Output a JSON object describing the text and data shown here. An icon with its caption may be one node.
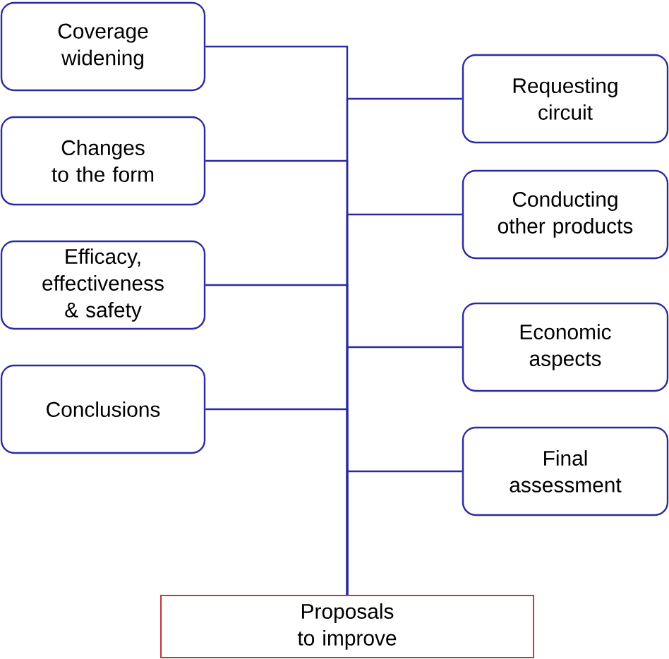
{
  "diagram": {
    "nodes": [
      {
        "text": [
          "Coverage widening"
        ]
      },
      {
        "text": [
          "Changes to the form"
        ]
      },
      {
        "text": [
          "Efficacy, effectiveness & safety"
        ]
      },
      {
        "text": [
          "Conclusions"
        ]
      },
      {
        "text": [
          "Requesting circuit"
        ]
      },
      {
        "text": [
          "Conducting other products"
        ]
      },
      {
        "text": [
          "Economic aspects"
        ]
      },
      {
        "text": [
          "Final assessment"
        ]
      },
      {
        "text": [
          "Proposals to improve"
        ]
      }
    ],
    "edges": [
      {
        "from": 0,
        "to": 8,
        "arrow": "none"
      },
      {
        "from": 1,
        "to": 8,
        "arrow": "none"
      },
      {
        "from": 2,
        "to": 8,
        "arrow": "none"
      },
      {
        "from": 3,
        "to": 8,
        "arrow": "none"
      },
      {
        "from": 4,
        "to": 8,
        "arrow": "none"
      },
      {
        "from": 5,
        "to": 8,
        "arrow": "none"
      },
      {
        "from": 6,
        "to": 8,
        "arrow": "none"
      },
      {
        "from": 7,
        "to": 8,
        "arrow": "none"
      }
    ]
  }
}
